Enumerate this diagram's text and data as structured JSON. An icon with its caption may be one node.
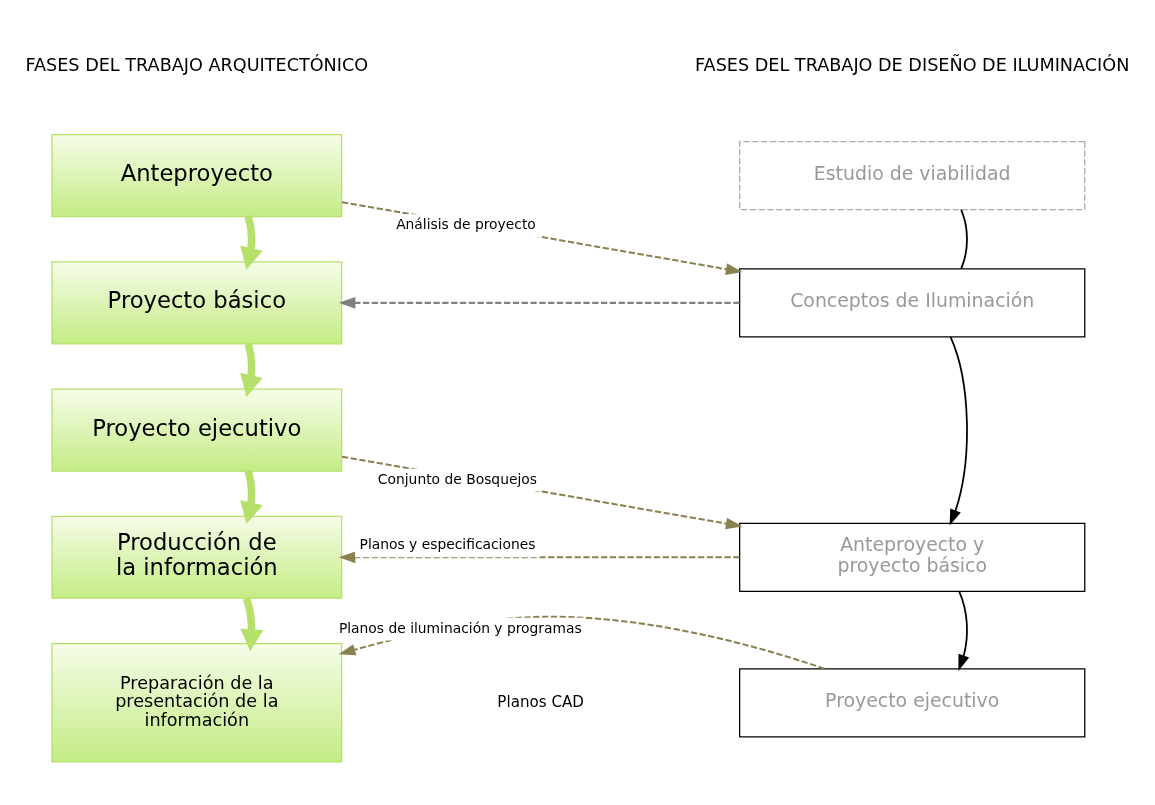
{
  "diagram": {
    "nodes": [
      {
        "text": [
          "Anteproyecto"
        ]
      },
      {
        "text": [
          "Proyecto básico"
        ]
      },
      {
        "text": [
          "Proyecto ejecutivo"
        ]
      },
      {
        "text": [
          "Producción de la información"
        ]
      },
      {
        "text": [
          "Preparación de la presentación de la información"
        ]
      },
      {
        "text": [
          "Estudio de viabilidad"
        ]
      },
      {
        "text": [
          "Conceptos de Iluminación"
        ]
      },
      {
        "text": [
          "Anteproyecto y proyecto básico"
        ]
      },
      {
        "text": [
          "Proyecto ejecutivo"
        ]
      }
    ],
    "edges": [
      {
        "from": 0,
        "to": 1,
        "arrow": "to",
        "style": "thick",
        "color": "#b5e06a"
      },
      {
        "from": 1,
        "to": 2,
        "arrow": "to",
        "style": "thick",
        "color": "#b5e06a"
      },
      {
        "from": 2,
        "to": 3,
        "arrow": "to",
        "style": "thick",
        "color": "#b5e06a"
      },
      {
        "from": 3,
        "to": 4,
        "arrow": "to",
        "style": "thick",
        "color": "#b5e06a"
      },
      {
        "from": 5,
        "to": 6,
        "arrow": "none",
        "color": "#000000"
      },
      {
        "from": 6,
        "to": 7,
        "arrow": "to",
        "color": "#000000"
      },
      {
        "from": 7,
        "to": 8,
        "arrow": "to",
        "color": "#000000"
      },
      {
        "from": 0,
        "to": 6,
        "arrow": "to",
        "style": "dashed",
        "color": "#8b8050",
        "label": "Análisis de proyecto"
      },
      {
        "from": 6,
        "to": 1,
        "arrow": "to",
        "style": "dashed",
        "color": "#808080"
      },
      {
        "from": 2,
        "to": 7,
        "arrow": "to",
        "style": "dashed",
        "color": "#8b8050",
        "label": "Conjunto de Bosquejos"
      },
      {
        "from": 7,
        "to": 3,
        "arrow": "to",
        "style": "dashed",
        "color": "#8b8050",
        "label": "Planos y especificaciones"
      },
      {
        "from": 8,
        "to": 4,
        "arrow": "to",
        "style": "dashed",
        "color": "#8b8050",
        "label": "Planos de iluminación y programas"
      }
    ],
    "labels": [
      "FASES DEL TRABAJO ARQUITECTÓNICO",
      "FASES DEL TRABAJO DE DISEÑO DE ILUMINACIÓN",
      "Planos CAD"
    ]
  }
}
